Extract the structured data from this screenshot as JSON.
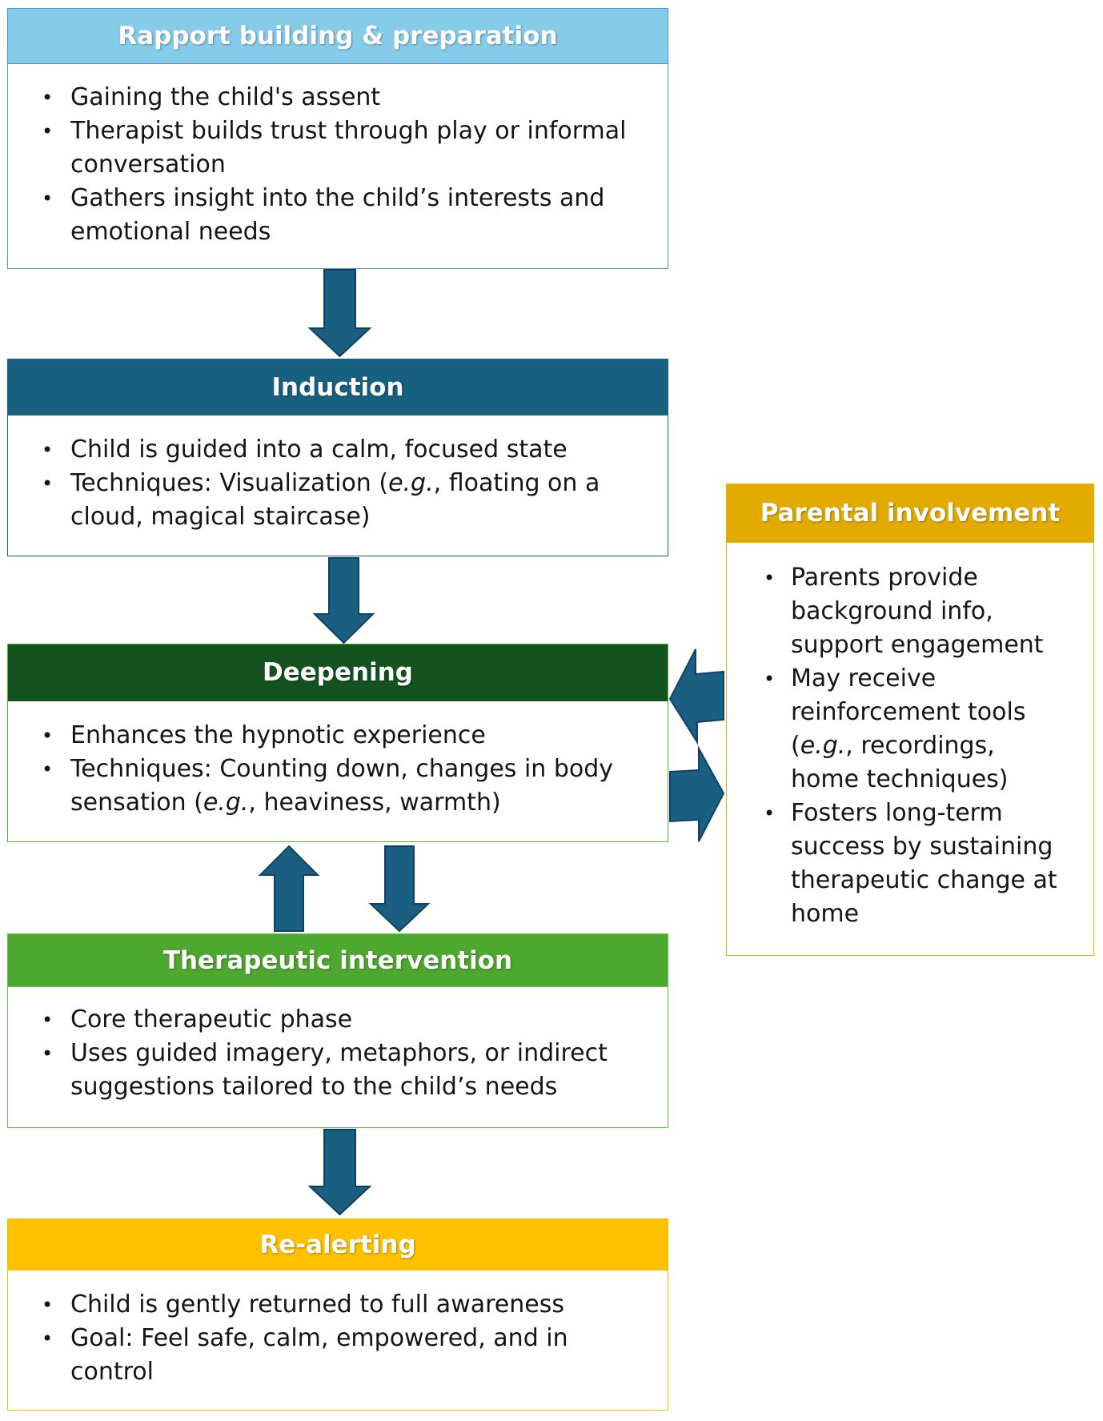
{
  "arrow_color": "#1A5E82",
  "arrow_outline": "#0F425E",
  "stages": [
    {
      "title": "Rapport building & preparation",
      "header_color": "#86CBEA",
      "border_color": "#4E97D1",
      "bullets": [
        {
          "text": "Gaining the child's assent"
        },
        {
          "text": "Therapist builds trust through play or informal conversation"
        },
        {
          "text": "Gathers insight into the child’s interests and emotional needs"
        }
      ]
    },
    {
      "title": "Induction",
      "header_color": "#17607F",
      "border_color": "#1F5F80",
      "bullets": [
        {
          "text": "Child is guided into a calm, focused state"
        },
        {
          "text": "Techniques: Visualization (",
          "italic": "e.g.",
          "after": ", floating on a cloud, magical staircase)"
        }
      ]
    },
    {
      "title": "Deepening",
      "header_color": "#14521F",
      "border_color": "#5AAE3C",
      "bullets": [
        {
          "text": "Enhances the hypnotic experience"
        },
        {
          "text": "Techniques: Counting down, changes in body sensation (",
          "italic": "e.g.",
          "after": ", heaviness, warmth)"
        }
      ]
    },
    {
      "title": "Therapeutic intervention",
      "header_color": "#4EA72E",
      "border_color": "#6CC04A",
      "bullets": [
        {
          "text": "Core therapeutic phase"
        },
        {
          "text": "Uses guided imagery, metaphors, or indirect suggestions tailored to the child’s needs"
        }
      ]
    },
    {
      "title": "Re-alerting",
      "header_color": "#FFC000",
      "border_color": "#FFC000",
      "bullets": [
        {
          "text": "Child is gently returned to full awareness"
        },
        {
          "text": "Goal: Feel safe, calm, empowered, and in control"
        }
      ]
    }
  ],
  "parental": {
    "title": "Parental involvement",
    "header_color": "#E3AB00",
    "border_color": "#E6B400",
    "bullets": [
      {
        "text": "Parents provide background info, support engagement"
      },
      {
        "text": "May receive reinforcement tools (",
        "italic": "e.g.",
        "after": ", recordings, home techniques)"
      },
      {
        "text": "Fosters long-term success by sustaining therapeutic change at home"
      }
    ]
  }
}
